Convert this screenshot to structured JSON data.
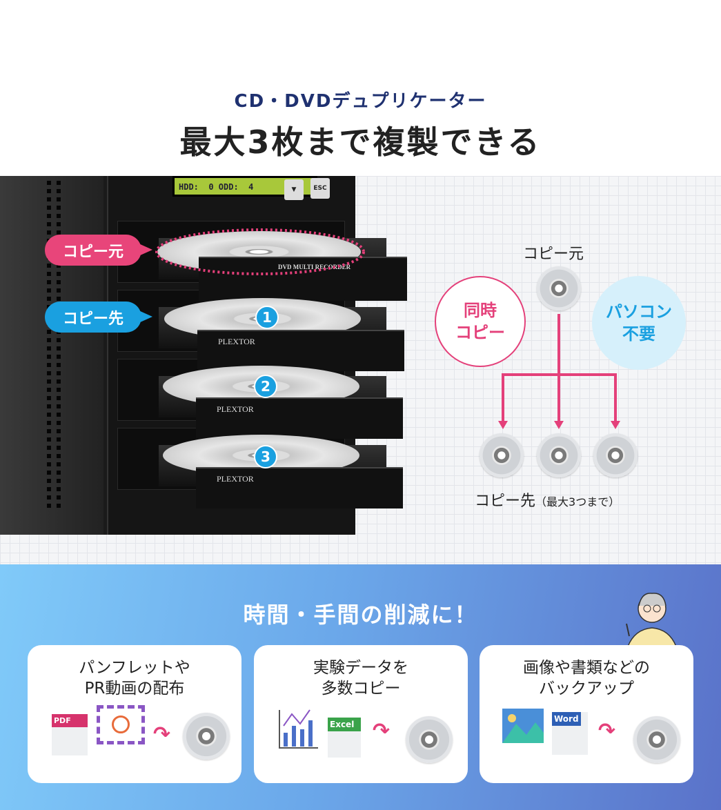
{
  "header": {
    "subtitle": "CD・DVDデュプリケーター",
    "title": "最大3枚まで複製できる"
  },
  "device": {
    "lcd_text": "HDD:  0 ODD:  4",
    "down_button": "▼",
    "esc_button": "ESC",
    "source_tray_brand": "DVD MULTI RECORDER",
    "tray_brand": "PLEXTOR",
    "drive_numbers": [
      "1",
      "2",
      "3"
    ]
  },
  "labels": {
    "source": "コピー元",
    "target": "コピー先"
  },
  "diagram": {
    "source": "コピー元",
    "simultaneous": "同時\nコピー",
    "no_pc": "パソコン\n不要",
    "target": "コピー先",
    "target_note": "（最大3つまで）",
    "accent_pink": "#e4407a",
    "accent_blue": "#1aa0e0"
  },
  "benefits": {
    "heading": "時間・手間の削減に！",
    "cards": [
      {
        "text": "パンフレットや\nPR動画の配布",
        "icons": [
          "PDF",
          "video"
        ]
      },
      {
        "text": "実験データを\n多数コピー",
        "icons": [
          "chart",
          "Excel"
        ]
      },
      {
        "text": "画像や書類などの\nバックアップ",
        "icons": [
          "image",
          "Word"
        ]
      }
    ]
  }
}
